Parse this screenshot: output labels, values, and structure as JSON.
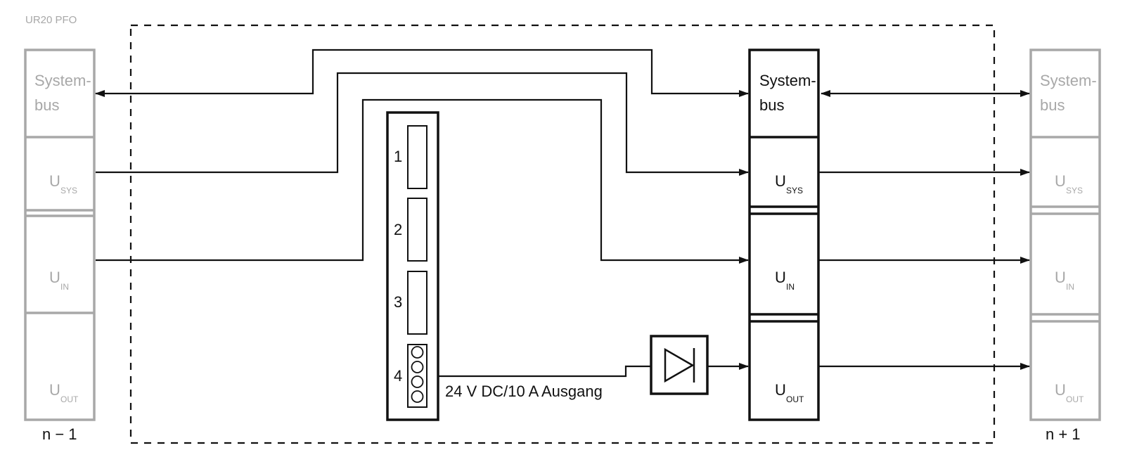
{
  "title": "UR20 PFO",
  "left_module": {
    "systembus": [
      "System-",
      "bus"
    ],
    "usys": {
      "main": "U",
      "sub": "SYS"
    },
    "uin": {
      "main": "U",
      "sub": "IN"
    },
    "uout": {
      "main": "U",
      "sub": "OUT"
    },
    "label": "n − 1"
  },
  "center_module": {
    "systembus": [
      "System-",
      "bus"
    ],
    "usys": {
      "main": "U",
      "sub": "SYS"
    },
    "uin": {
      "main": "U",
      "sub": "IN"
    },
    "uout": {
      "main": "U",
      "sub": "OUT"
    }
  },
  "right_module": {
    "systembus": [
      "System-",
      "bus"
    ],
    "usys": {
      "main": "U",
      "sub": "SYS"
    },
    "uin": {
      "main": "U",
      "sub": "IN"
    },
    "uout": {
      "main": "U",
      "sub": "OUT"
    },
    "label": "n + 1"
  },
  "connector": {
    "slots": [
      "1",
      "2",
      "3",
      "4"
    ]
  },
  "output_label": "24 V DC/10 A Ausgang"
}
